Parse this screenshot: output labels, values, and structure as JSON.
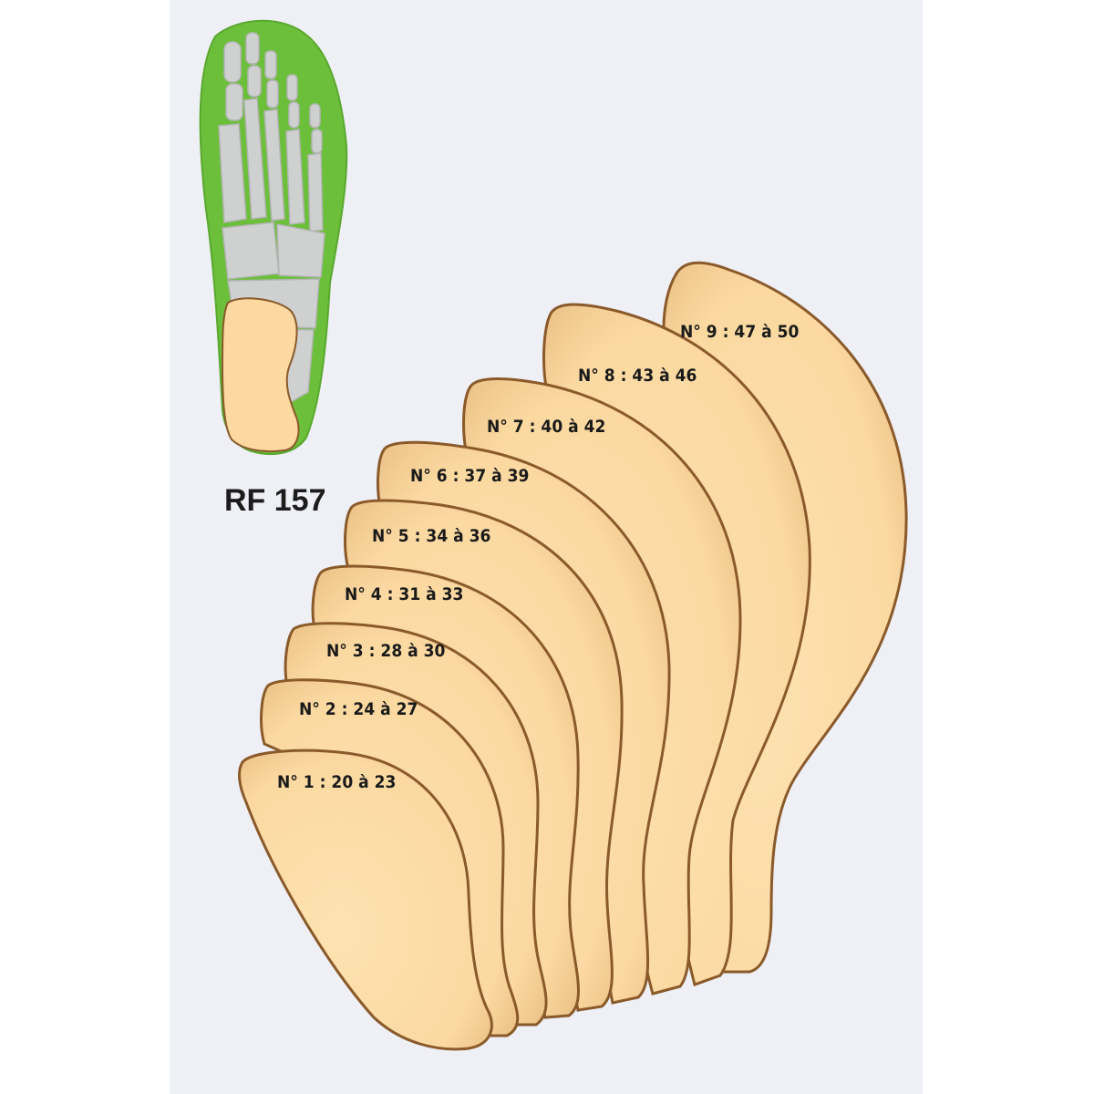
{
  "product": {
    "reference": "RF 157"
  },
  "sizes": [
    {
      "label": "N° 1 : 20 à 23"
    },
    {
      "label": "N° 2 : 24 à 27"
    },
    {
      "label": "N° 3 : 28 à 30"
    },
    {
      "label": "N° 4 : 31 à 33"
    },
    {
      "label": "N° 5 : 34 à 36"
    },
    {
      "label": "N° 6 : 37 à 39"
    },
    {
      "label": "N° 7 : 40 à 42"
    },
    {
      "label": "N° 8 : 43 à 46"
    },
    {
      "label": "N° 9 : 47 à 50"
    }
  ],
  "colors": {
    "panel": "#eef0f5",
    "insole": "#6cbf3a",
    "bone": "#cfd0d0",
    "pad_fill": "#fde0ad",
    "pad_edge": "#8a5a2b"
  }
}
